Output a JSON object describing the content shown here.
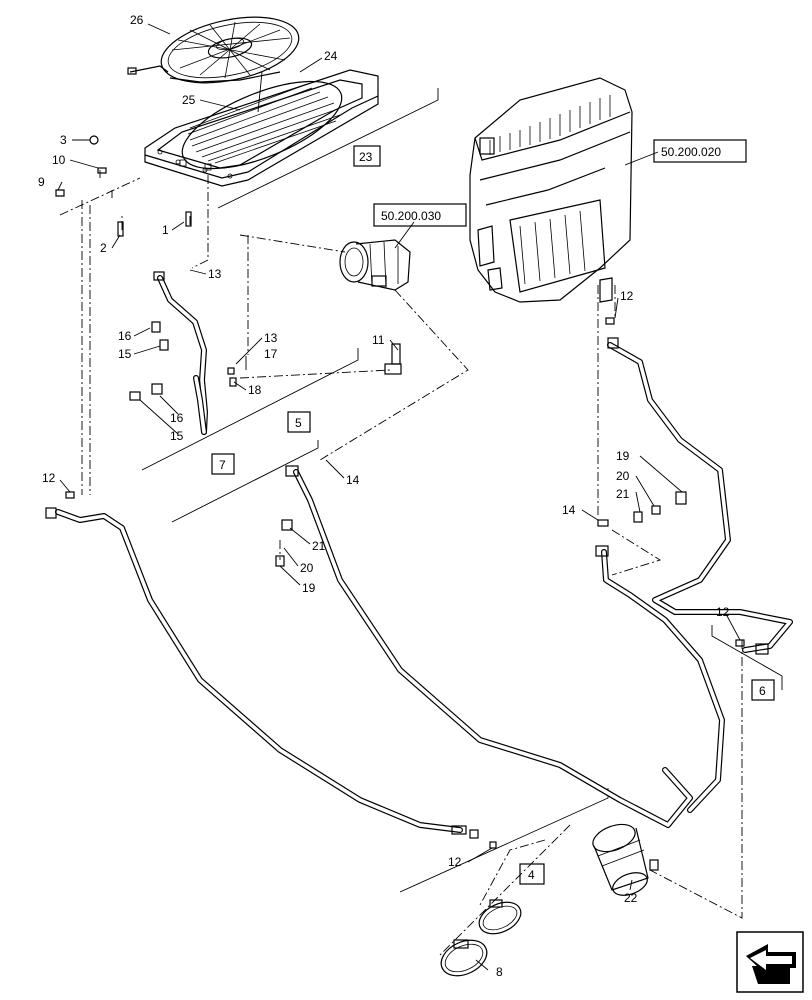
{
  "callouts": {
    "c26": "26",
    "c24": "24",
    "c25": "25",
    "c3": "3",
    "c10": "10",
    "c9": "9",
    "c2": "2",
    "c1": "1",
    "c13a": "13",
    "c16a": "16",
    "c15a": "15",
    "c13b": "13",
    "c17": "17",
    "c18": "18",
    "c16b": "16",
    "c15b": "15",
    "c11": "11",
    "c12a": "12",
    "c12b": "12",
    "c12c": "12",
    "c12d": "12",
    "c14a": "14",
    "c14b": "14",
    "c21a": "21",
    "c20a": "20",
    "c19a": "19",
    "c19b": "19",
    "c20b": "20",
    "c21b": "21",
    "c22": "22",
    "c8": "8"
  },
  "boxes": {
    "b23": "23",
    "b5": "5",
    "b7": "7",
    "b4": "4",
    "b6": "6"
  },
  "refs": {
    "r_condenser": "50.200.030",
    "r_hvac": "50.200.020"
  },
  "icons": {
    "nav": "navigation-arrow-icon"
  }
}
